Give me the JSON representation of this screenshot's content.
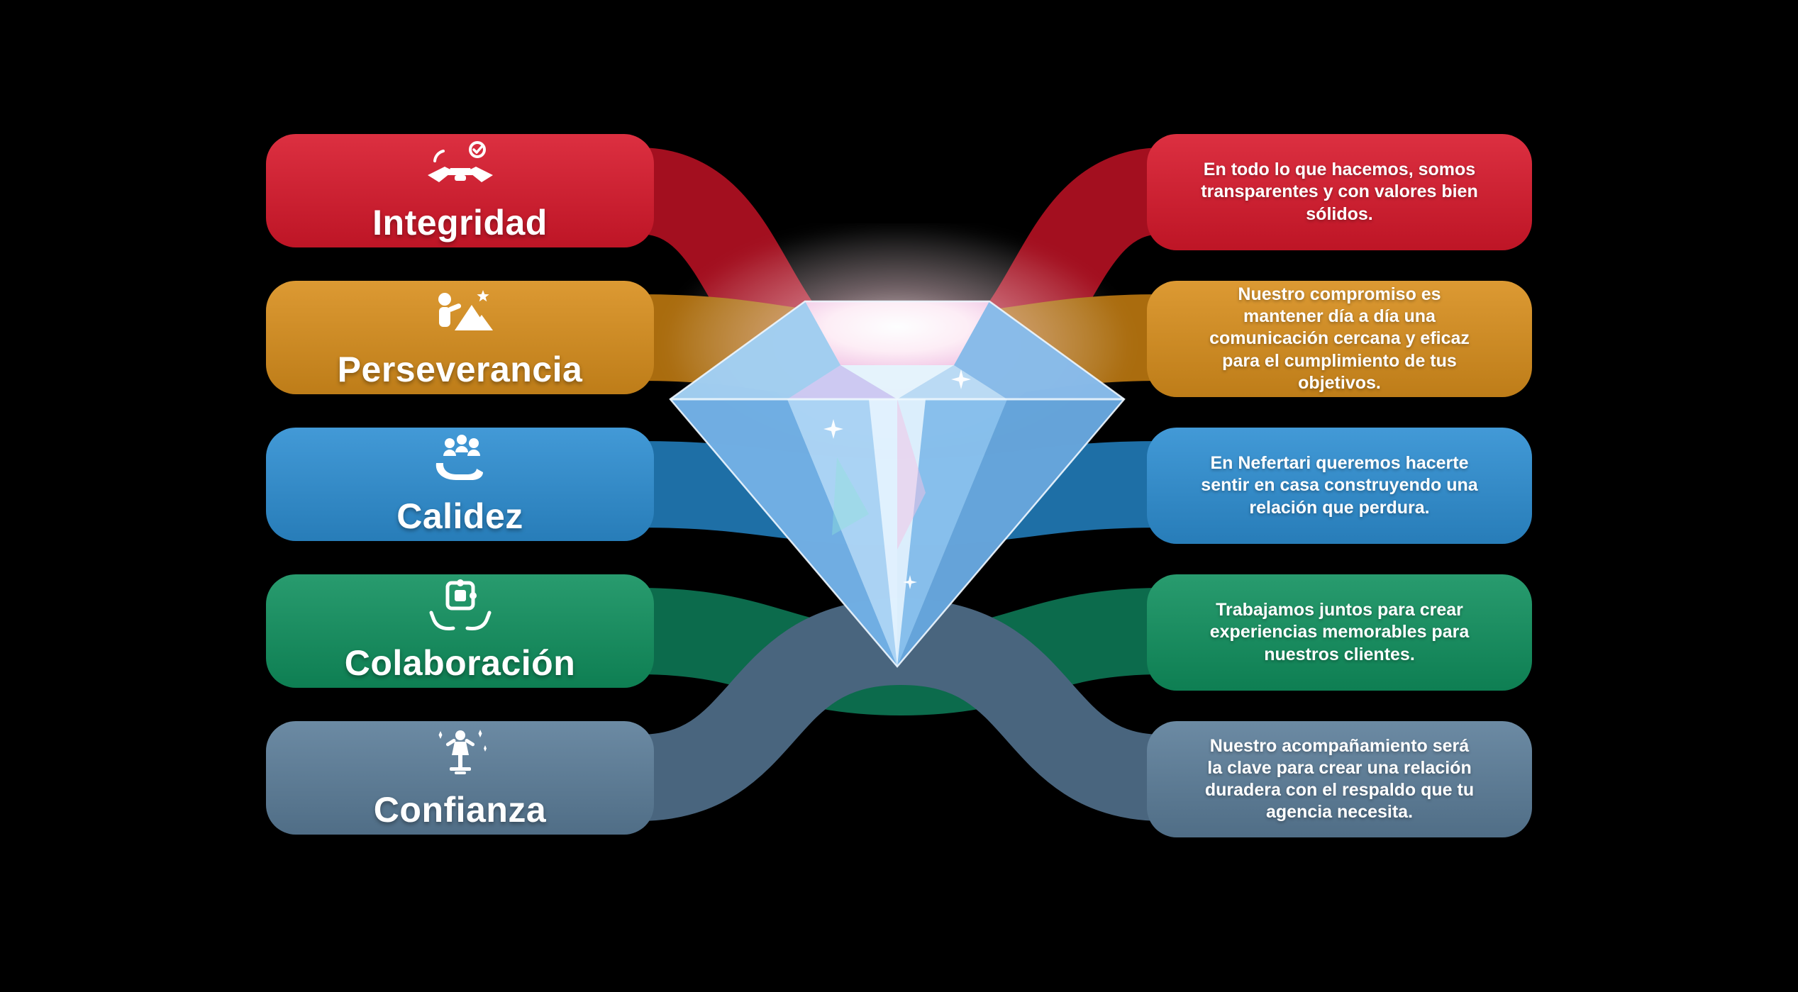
{
  "diamond": {
    "icon": "diamond-illustration"
  },
  "rows": [
    {
      "label": "Integridad",
      "icon": "handshake-check-icon",
      "color": "#d8182b",
      "ribbon_color": "#a30f1f",
      "description": "En todo lo que hacemos, somos\ntransparentes y con valores bien\nsólidos."
    },
    {
      "label": "Perseverancia",
      "icon": "person-mountain-star-icon",
      "color": "#d88e1c",
      "ribbon_color": "#aa6c0e",
      "description": "Nuestro compromiso es\nmantener día a día una\ncomunicación cercana y eficaz\npara el cumplimiento de tus\nobjetivos."
    },
    {
      "label": "Calidez",
      "icon": "people-in-hand-icon",
      "color": "#2d8ed2",
      "ribbon_color": "#1e6fa6",
      "description": "En Nefertari queremos hacerte\nsentir en casa construyendo una\nrelación que perdura."
    },
    {
      "label": "Colaboración",
      "icon": "hands-puzzle-icon",
      "color": "#10905e",
      "ribbon_color": "#0c6b4c",
      "description": "Trabajamos juntos para crear\nexperiencias memorables para\nnuestros clientes."
    },
    {
      "label": "Confianza",
      "icon": "person-star-pedestal-icon",
      "color": "#5b7d99",
      "ribbon_color": "#49657e",
      "description": "Nuestro acompañamiento será\nla clave para crear una relación\nduradera con el respaldo que tu\nagencia necesita."
    }
  ]
}
